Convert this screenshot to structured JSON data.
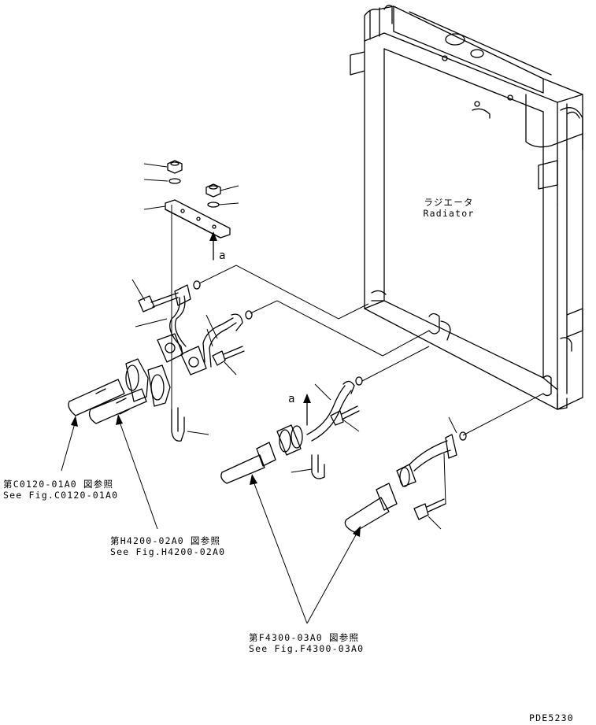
{
  "radiator": {
    "jp": "ラジエータ",
    "en": "Radiator"
  },
  "view_markers": {
    "upper": "a",
    "lower": "a"
  },
  "references": [
    {
      "jp": "第C0120-01A0 図参照",
      "en": "See Fig.C0120-01A0"
    },
    {
      "jp": "第H4200-02A0 図参照",
      "en": "See Fig.H4200-02A0"
    },
    {
      "jp": "第F4300-03A0 図参照",
      "en": "See Fig.F4300-03A0"
    }
  ],
  "drawing_code": "PDE5230"
}
